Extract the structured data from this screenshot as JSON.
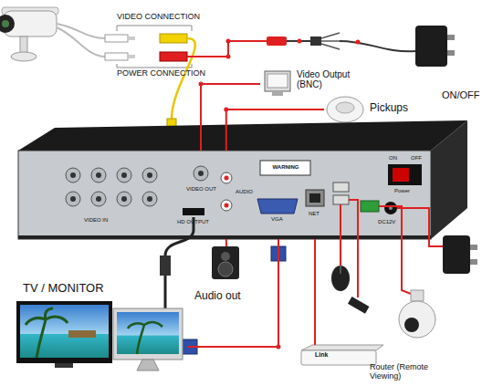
{
  "diagram": {
    "nodes": [
      {
        "text": [
          "WARNING",
          "VIDEO IN",
          "VIDEO OUT",
          "HD OUTPUT",
          "AUDIO",
          "VGA",
          "NET",
          "DC12V",
          "Power",
          "ON",
          "OFF"
        ]
      },
      {
        "text": [
          "Video Output (BNC)"
        ]
      },
      {
        "text": [
          "Pickups"
        ]
      },
      {
        "text": [
          "Audio out"
        ]
      },
      {
        "text": [
          "TV / MONITOR"
        ]
      },
      {
        "text": [
          "Link",
          "Router (Remote Viewing)"
        ]
      }
    ],
    "edges": [
      {
        "from": 0,
        "to": 1,
        "arrow": "none"
      },
      {
        "from": 2,
        "to": 0,
        "arrow": "none"
      },
      {
        "from": 0,
        "to": 3,
        "arrow": "none"
      },
      {
        "from": 0,
        "to": 4,
        "arrow": "none"
      },
      {
        "from": 0,
        "to": 5,
        "arrow": "none"
      }
    ],
    "labels": [
      "VIDEO CONNECTION",
      "POWER CONNECTION",
      "ON/OFF"
    ]
  }
}
